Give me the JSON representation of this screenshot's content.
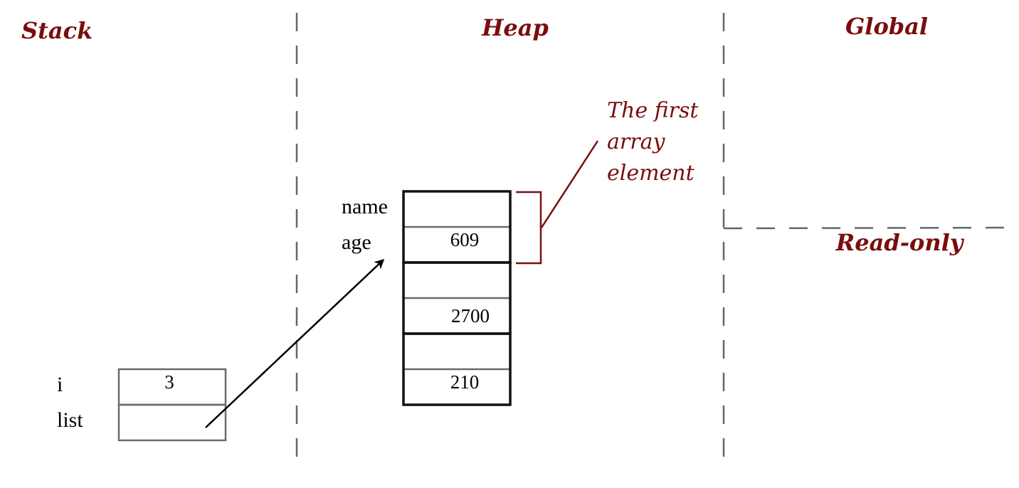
{
  "colors": {
    "accent": "#7a0d0d",
    "divider": "#666666",
    "stack_box": "#6b6b6b",
    "heap_box": "#111111"
  },
  "regions": {
    "stack": "Stack",
    "heap": "Heap",
    "global": "Global",
    "read_only": "Read-only"
  },
  "stack_frame": {
    "rows": [
      {
        "label": "i",
        "value": "3"
      },
      {
        "label": "list",
        "value": ""
      }
    ]
  },
  "heap_array": {
    "field_labels": [
      "name",
      "age"
    ],
    "elements": [
      {
        "name": "",
        "age": "609"
      },
      {
        "name": "",
        "age": "2700"
      },
      {
        "name": "",
        "age": "210"
      }
    ]
  },
  "annotation": {
    "lines": [
      "The first",
      "array",
      "element"
    ]
  }
}
